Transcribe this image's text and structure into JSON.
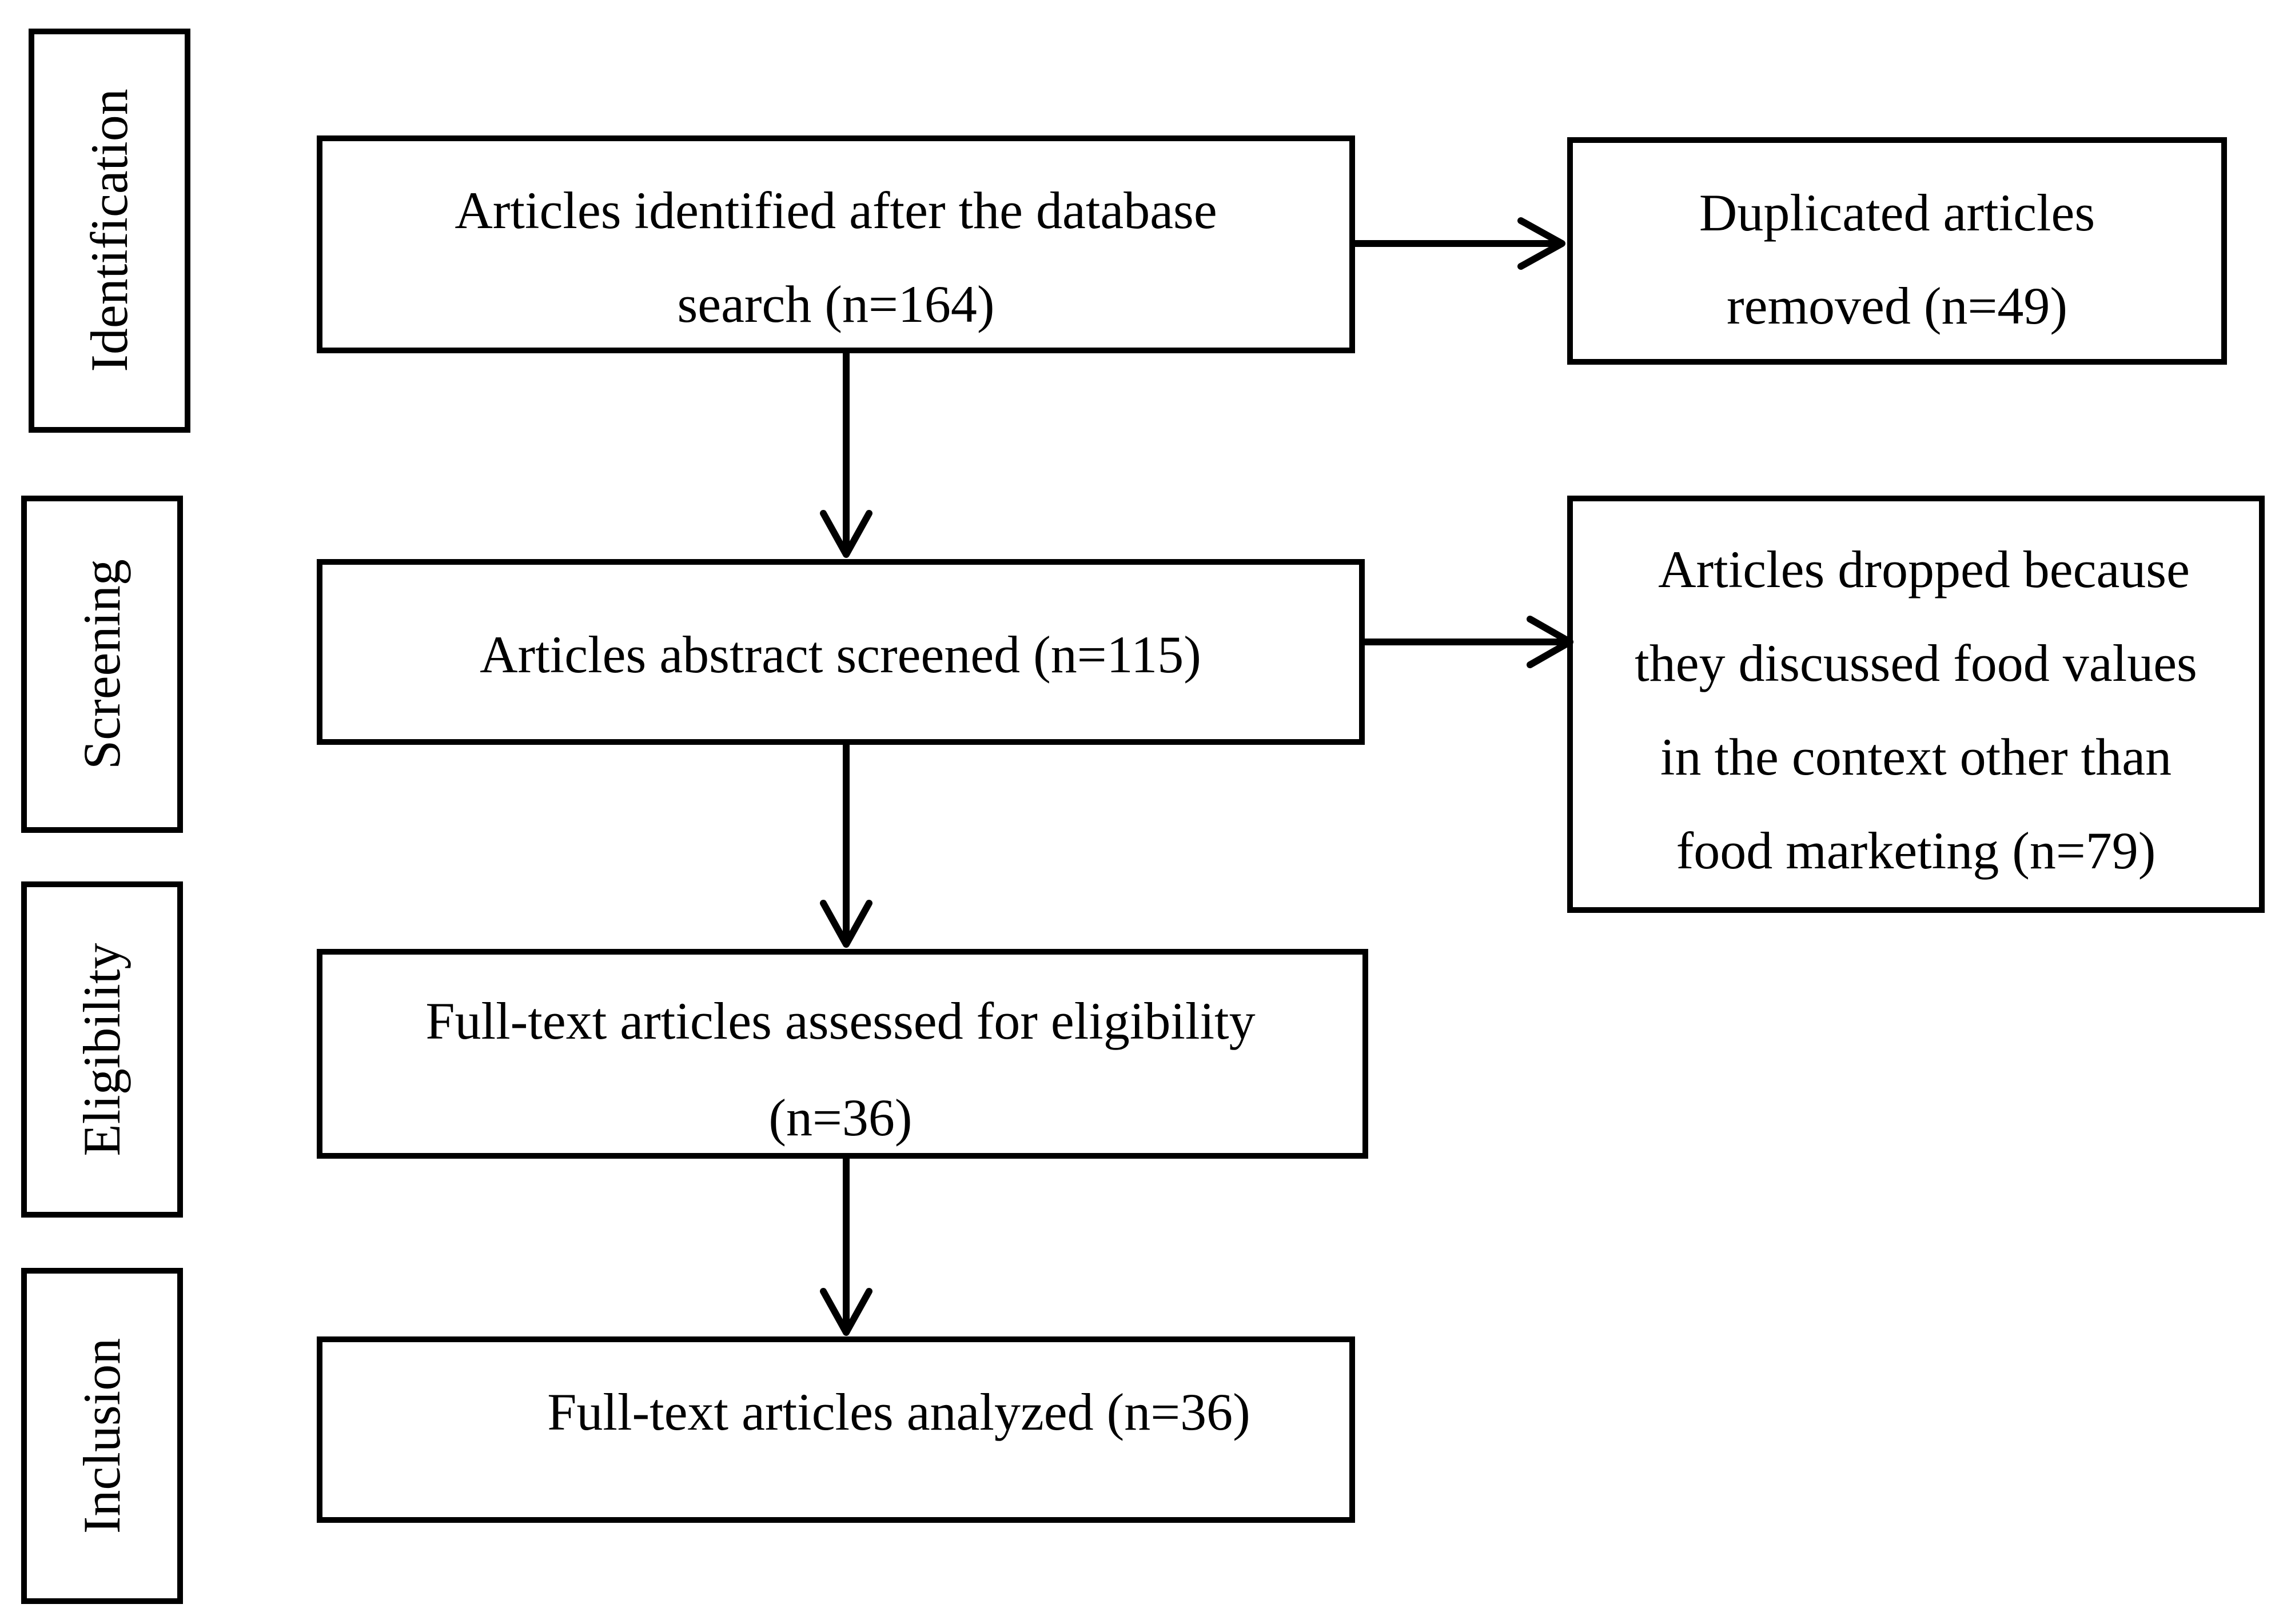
{
  "stages": {
    "identification": "Identification",
    "screening": "Screening",
    "eligibility": "Eligibility",
    "inclusion": "Inclusion"
  },
  "boxes": {
    "identified": [
      "Articles identified after the database",
      "search (n=164)"
    ],
    "duplicates": [
      "Duplicated articles",
      "removed (n=49)"
    ],
    "screened": [
      "Articles abstract screened (n=115)"
    ],
    "dropped": [
      "Articles dropped because",
      "they discussed food values",
      "in the context other than",
      "food marketing (n=79)"
    ],
    "eligibility": [
      "Full-text articles assessed for eligibility",
      "(n=36)"
    ],
    "analyzed": [
      "Full-text articles analyzed (n=36)"
    ]
  }
}
